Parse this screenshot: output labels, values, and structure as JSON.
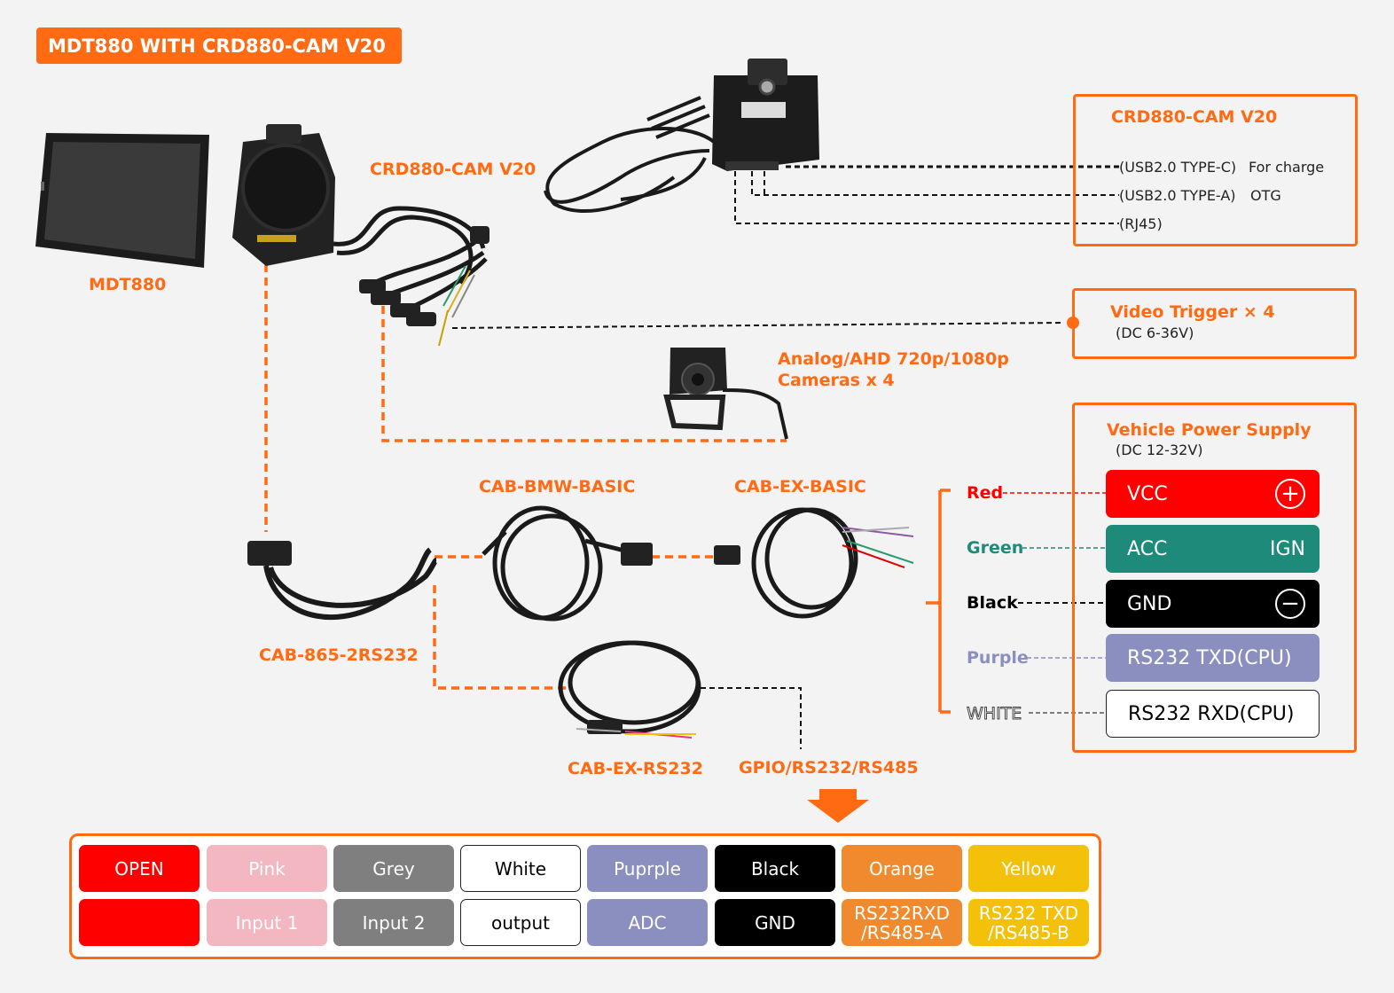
{
  "title": "MDT880 WITH CRD880-CAM V20",
  "labels": {
    "mdt880": "MDT880",
    "crd_cam_v20": "CRD880-CAM V20",
    "cameras_line1": "Analog/AHD 720p/1080p",
    "cameras_line2": "Cameras x 4",
    "cab_bmw_basic": "CAB-BMW-BASIC",
    "cab_ex_basic": "CAB-EX-BASIC",
    "cab_865_2rs232": "CAB-865-2RS232",
    "cab_ex_rs232": "CAB-EX-RS232",
    "gpio": "GPIO/RS232/RS485"
  },
  "crd_box": {
    "title": "CRD880-CAM V20",
    "ports": [
      {
        "name": "(USB2.0 TYPE-C)",
        "purpose": "For charge"
      },
      {
        "name": "(USB2.0 TYPE-A)",
        "purpose": "OTG"
      },
      {
        "name": "(RJ45)",
        "purpose": ""
      }
    ]
  },
  "video_trigger": {
    "title": "Video Trigger × 4",
    "range": "(DC 6-36V)"
  },
  "power_supply": {
    "title": "Vehicle Power Supply",
    "range": "(DC 12-32V)",
    "rows": [
      {
        "wire": "Red",
        "signal": "VCC",
        "extra": "+",
        "wire_color": "#ff0000",
        "bg": "#ff0000",
        "fg": "#ffffff"
      },
      {
        "wire": "Green",
        "signal": "ACC",
        "extra": "IGN",
        "wire_color": "#1e8b7a",
        "bg": "#1e8b7a",
        "fg": "#ffffff"
      },
      {
        "wire": "Black",
        "signal": "GND",
        "extra": "−",
        "wire_color": "#000000",
        "bg": "#000000",
        "fg": "#ffffff"
      },
      {
        "wire": "Purple",
        "signal": "RS232 TXD(CPU)",
        "extra": "",
        "wire_color": "#8b8fbf",
        "bg": "#8b8fbf",
        "fg": "#ffffff"
      },
      {
        "wire": "WHITE",
        "signal": "RS232 RXD(CPU)",
        "extra": "",
        "wire_color": "#ffffff",
        "bg": "#ffffff",
        "fg": "#000000"
      }
    ]
  },
  "legend": {
    "colors": [
      "OPEN",
      "Pink",
      "Grey",
      "White",
      "Puprple",
      "Black",
      "Orange",
      "Yellow"
    ],
    "functions": [
      "",
      "Input 1",
      "Input 2",
      "output",
      "ADC",
      "GND",
      "RS232RXD\n/RS485-A",
      "RS232 TXD\n/RS485-B"
    ],
    "bg": [
      "#ff0000",
      "#f3b7c1",
      "#7f7f7f",
      "#ffffff",
      "#8b8fbf",
      "#000000",
      "#f08a2e",
      "#f3c10a"
    ],
    "fg": [
      "#ffffff",
      "#ffffff",
      "#ffffff",
      "#000000",
      "#ffffff",
      "#ffffff",
      "#ffffff",
      "#ffffff"
    ]
  },
  "accent_color": "#ff6a13"
}
